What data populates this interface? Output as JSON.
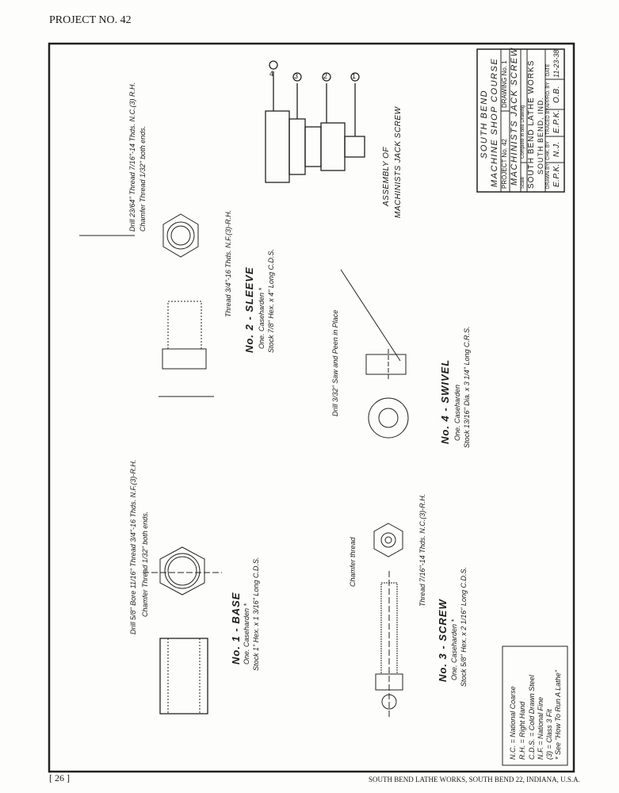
{
  "header": {
    "project": "PROJECT NO. 42"
  },
  "footer": {
    "page": "[ 26 ]",
    "publisher": "SOUTH BEND LATHE WORKS, SOUTH BEND 22, INDIANA, U.S.A."
  },
  "title_block": {
    "line1": "SOUTH BEND",
    "line2": "MACHINE SHOP COURSE",
    "project": "PROJECT No. 42",
    "drawing": "DRAWING No. 1",
    "name": "MACHINISTS JACK SCREW",
    "scale": "Scale",
    "complete": "Complete in one Drawing",
    "company": "SOUTH BEND LATHE WORKS",
    "city": "SOUTH BEND, IND.",
    "drawn_by_label": "DRAWN BY",
    "drawn_by": "E.P.K.",
    "chk_by_label": "CHK. BY",
    "chk_by": "N.J.",
    "traced_by_label": "TRACED BY",
    "traced_by": "E.P.K.",
    "appro_by_label": "APPRO. BY",
    "appro_by": "O.B.",
    "date_label": "DATE",
    "date": "11-23-38"
  },
  "assembly": {
    "line1": "ASSEMBLY OF",
    "line2": "MACHINISTS JACK SCREW",
    "balloons": [
      "1",
      "2",
      "3",
      "4"
    ]
  },
  "parts": {
    "base": {
      "title": "No. 1 - BASE",
      "line1": "One.   Caseharden *",
      "line2": "Stock 1\" Hex. x 1 3/16\" Long C.D.S.",
      "callout1": "Drill 5/8\" Bore 11/16\" Thread 3/4\"-16 Thds. N.F.(3)-R.H.",
      "callout2": "Chamfer Thread 1/32\" both ends."
    },
    "sleeve": {
      "title": "No. 2 - SLEEVE",
      "line1": "One.   Caseharden *",
      "line2": "Stock 7/8\" Hex. x 4\" Long C.D.S.",
      "callout1": "Drill 23/64\" Thread 7/16\"-14 Thds. N.C.(3) R.H.",
      "callout2": "Chamfer Thread 1/32\" both ends.",
      "callout3": "Thread 3/4\"-16 Thds. N.F.(3)-R.H."
    },
    "screw": {
      "title": "No. 3 - SCREW",
      "line1": "One.   Caseharden *",
      "line2": "Stock 5/8\" Hex. x 2 1/16\" Long C.D.S.",
      "callout1": "Chamfer thread",
      "callout2": "Thread 7/16\"-14 Thds. N.C.(3)-R.H."
    },
    "swivel": {
      "title": "No. 4 - SWIVEL",
      "line1": "One.   Caseharden",
      "line2": "Stock 13/16\" Dia. x 3 1/4\" Long C.R.S.",
      "callout1": "Drill 3/32\" Saw and Peen in Place"
    }
  },
  "notes": [
    "N.C. = National Coarse",
    "R.H. = Right Hand",
    "C.D.S. = Cold Drawn Steel",
    "N.F. = National Fine",
    "(3) = Class 3 Fit",
    "* See \"How To Run A Lathe\""
  ]
}
